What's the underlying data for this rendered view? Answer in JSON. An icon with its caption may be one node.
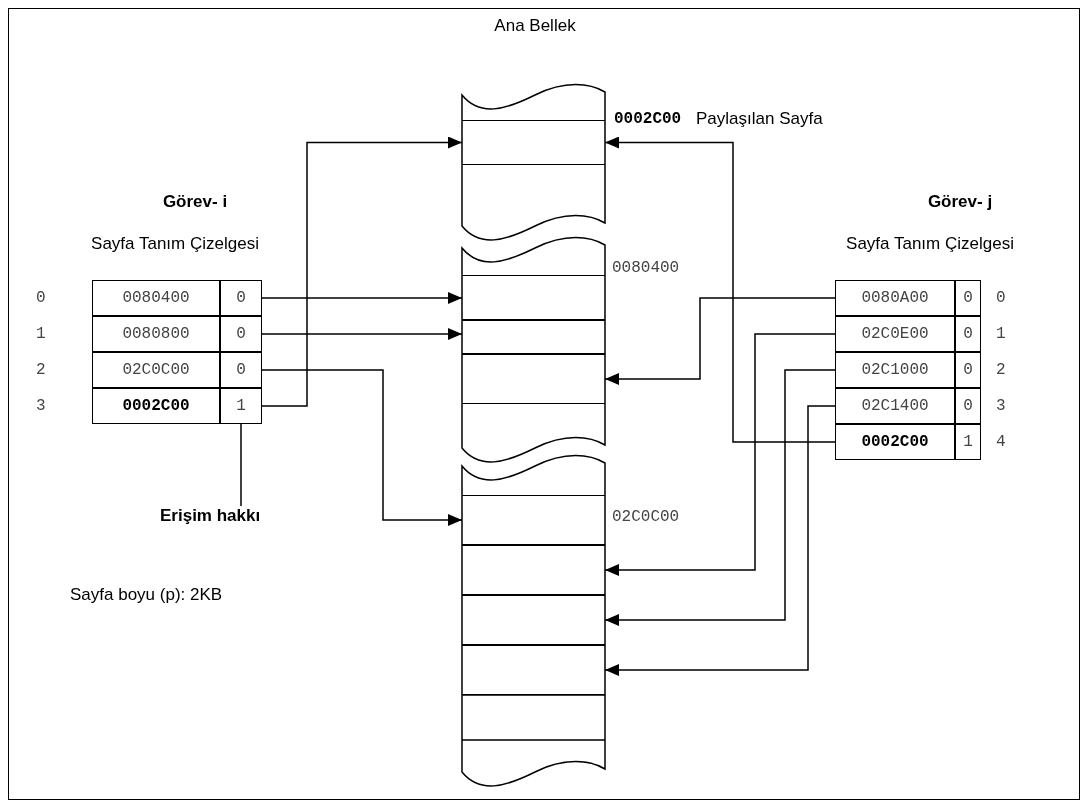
{
  "diagram": {
    "nodes": [
      {
        "text": [
          "Görev- i",
          "Sayfa Tanım Çizelgesi"
        ]
      },
      {
        "text": [
          "0080400"
        ],
        "in": 0,
        "beside": [
          "0"
        ]
      },
      {
        "text": [
          "0"
        ],
        "in": 0
      },
      {
        "text": [
          "0080800"
        ],
        "in": 0,
        "beside": [
          "1"
        ]
      },
      {
        "text": [
          "0"
        ],
        "in": 0
      },
      {
        "text": [
          "02C0C00"
        ],
        "in": 0,
        "beside": [
          "2"
        ]
      },
      {
        "text": [
          "0"
        ],
        "in": 0
      },
      {
        "text": [
          "0002C00"
        ],
        "in": 0,
        "beside": [
          "3"
        ]
      },
      {
        "text": [
          "1"
        ],
        "in": 0
      },
      {
        "text": [
          "Ana Bellek"
        ]
      },
      {
        "text": [],
        "shape": "box",
        "in": 9,
        "beside": [
          "0002C00",
          "Paylaşılan Sayfa"
        ]
      },
      {
        "text": [],
        "shape": "box",
        "in": 9,
        "beside": [
          "0080400"
        ]
      },
      {
        "text": [],
        "shape": "box",
        "in": 9
      },
      {
        "text": [],
        "shape": "box",
        "in": 9
      },
      {
        "text": [],
        "shape": "box",
        "in": 9,
        "beside": [
          "02C0C00"
        ]
      },
      {
        "text": [],
        "shape": "box",
        "in": 9
      },
      {
        "text": [],
        "shape": "box",
        "in": 9
      },
      {
        "text": [],
        "shape": "box",
        "in": 9
      },
      {
        "text": [
          "Görev- j",
          "Sayfa Tanım Çizelgesi"
        ]
      },
      {
        "text": [
          "0080A00"
        ],
        "in": 18
      },
      {
        "text": [
          "0"
        ],
        "in": 18,
        "beside": [
          "0"
        ]
      },
      {
        "text": [
          "02C0E00"
        ],
        "in": 18
      },
      {
        "text": [
          "0"
        ],
        "in": 18,
        "beside": [
          "1"
        ]
      },
      {
        "text": [
          "02C1000"
        ],
        "in": 18
      },
      {
        "text": [
          "0"
        ],
        "in": 18,
        "beside": [
          "2"
        ]
      },
      {
        "text": [
          "02C1400"
        ],
        "in": 18
      },
      {
        "text": [
          "0"
        ],
        "in": 18,
        "beside": [
          "3"
        ]
      },
      {
        "text": [
          "0002C00"
        ],
        "in": 18
      },
      {
        "text": [
          "1"
        ],
        "in": 18,
        "beside": [
          "4"
        ]
      },
      {
        "text": [
          "Erişim hakkı"
        ]
      }
    ],
    "edges": [
      {
        "from": 2,
        "to": 11,
        "arrow": "to"
      },
      {
        "from": 4,
        "to": 12,
        "arrow": "to"
      },
      {
        "from": 6,
        "to": 14,
        "arrow": "to"
      },
      {
        "from": 8,
        "to": 10,
        "arrow": "to"
      },
      {
        "from": 19,
        "to": 13,
        "arrow": "to"
      },
      {
        "from": 21,
        "to": 15,
        "arrow": "to"
      },
      {
        "from": 23,
        "to": 16,
        "arrow": "to"
      },
      {
        "from": 25,
        "to": 17,
        "arrow": "to"
      },
      {
        "from": 27,
        "to": 10,
        "arrow": "to"
      },
      {
        "from": 29,
        "to": 8,
        "arrow": "none"
      }
    ],
    "labels": [
      "Sayfa boyu (p): 2KB"
    ]
  }
}
